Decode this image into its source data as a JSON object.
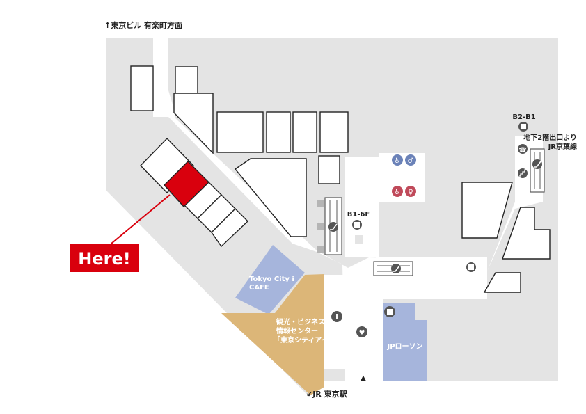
{
  "direction": {
    "north": "↑東京ビル 有楽町方面",
    "south": "↙JR 東京駅",
    "exit_arrow": "▲"
  },
  "floors": {
    "right": "B2-B1",
    "center": "B1-6F"
  },
  "transfer_note": {
    "line1": "地下2階出口より",
    "line2": "JR京葉線"
  },
  "places": {
    "cafe_line1": "Tokyo City i",
    "cafe_line2": "CAFE",
    "info_line1": "観光・ビジネス",
    "info_line2": "情報センター",
    "info_line3": "「東京シティアイ」",
    "store": "JPローソン"
  },
  "marker": {
    "label": "Here!"
  },
  "colors": {
    "floor": "#e4e4e4",
    "store_outline": "#222222",
    "current": "#d9000d",
    "cafe": "#a6b5dc",
    "info_center": "#dcb678",
    "jp_lawson": "#a6b5dc",
    "escalator": "#5a5a5a",
    "text": "#222222"
  },
  "icons": [
    "restroom-icon",
    "accessible-restroom-icon",
    "male-icon",
    "female-icon",
    "elevator-icon",
    "escalator-icon",
    "stairs-icon",
    "phone-icon",
    "info-icon",
    "atm-icon",
    "coin-locker-icon",
    "aed-icon"
  ]
}
